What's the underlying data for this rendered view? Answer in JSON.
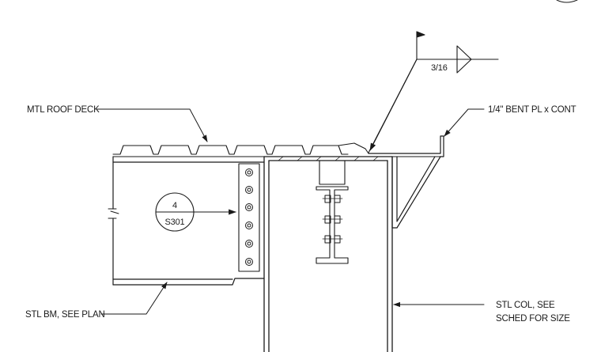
{
  "annotations": {
    "roof_deck": "MTL ROOF DECK",
    "weld_size": "3/16",
    "bent_plate": "1/4\" BENT PL x CONT",
    "beam": "STL BM, SEE PLAN",
    "column_line1": "STL COL, SEE",
    "column_line2": "SCHED FOR SIZE"
  },
  "section_callout": {
    "number": "4",
    "sheet": "S301"
  },
  "colors": {
    "line": "#1a1a1a",
    "background": "#ffffff"
  }
}
